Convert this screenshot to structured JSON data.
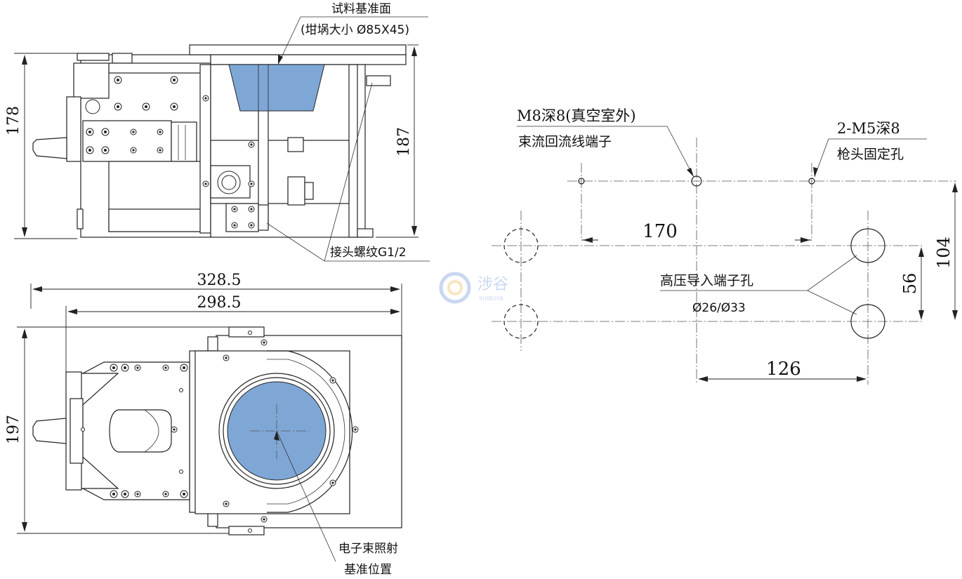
{
  "labels": {
    "sample_ref_line1": "试料基准面",
    "sample_ref_line2": "(坩埚大小 Ø85X45)",
    "connector_thread": "接头螺纹G1/2",
    "ebeam_line1": "电子束照射",
    "ebeam_line2": "基准位置",
    "m8_line1": "M8深8(真空室外)",
    "m8_line2": "束流回流线端子",
    "m5_line1": "2-M5深8",
    "m5_line2": "枪头固定孔",
    "hv_line1": "高压导入端子孔",
    "hv_line2": "Ø26/Ø33"
  },
  "dimensions": {
    "d178": "178",
    "d187": "187",
    "d328": "328.5",
    "d298": "298.5",
    "d197": "197",
    "d170": "170",
    "d104": "104",
    "d56": "56",
    "d126": "126"
  },
  "watermark": {
    "brand_cn": "涉谷",
    "brand_en": "SHIBUYA"
  },
  "colors": {
    "crucible_fill": "#7FA7D6",
    "line": "#222222"
  }
}
